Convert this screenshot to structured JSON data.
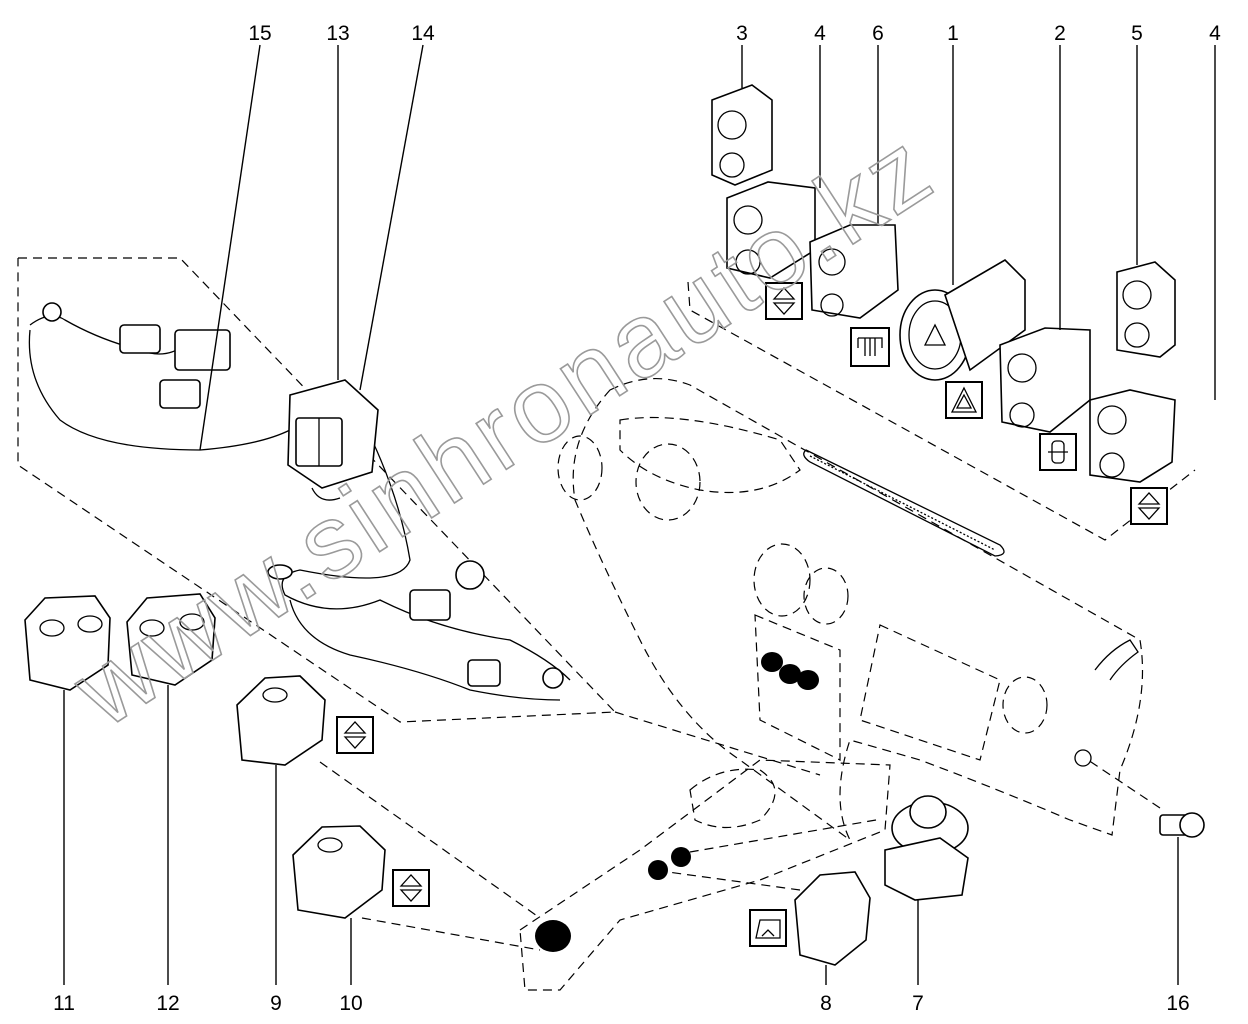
{
  "diagram": {
    "type": "exploded-parts-diagram",
    "subject": "Dashboard and center console switches",
    "watermark": "www.sinhronauto.kz",
    "callouts": [
      {
        "id": "15",
        "label": "15",
        "part": "wiring-harness-upper"
      },
      {
        "id": "13",
        "label": "13",
        "part": "wiring-harness"
      },
      {
        "id": "14",
        "label": "14",
        "part": "mirror-control-unit"
      },
      {
        "id": "3",
        "label": "3",
        "part": "switch-blank"
      },
      {
        "id": "4a",
        "label": "4",
        "part": "rocker-switch-up-down"
      },
      {
        "id": "6",
        "label": "6",
        "part": "rear-defrost-switch"
      },
      {
        "id": "1",
        "label": "1",
        "part": "hazard-warning-switch"
      },
      {
        "id": "2",
        "label": "2",
        "part": "central-locking-switch"
      },
      {
        "id": "5",
        "label": "5",
        "part": "switch-blank"
      },
      {
        "id": "4b",
        "label": "4",
        "part": "rocker-switch-up-down"
      },
      {
        "id": "11",
        "label": "11",
        "part": "window-switch-single"
      },
      {
        "id": "12",
        "label": "12",
        "part": "window-switch-blank"
      },
      {
        "id": "9",
        "label": "9",
        "part": "window-switch-left"
      },
      {
        "id": "10",
        "label": "10",
        "part": "window-switch-right"
      },
      {
        "id": "8",
        "label": "8",
        "part": "mirror-fold-switch"
      },
      {
        "id": "7",
        "label": "7",
        "part": "mirror-adjust-knob"
      },
      {
        "id": "16",
        "label": "16",
        "part": "ignition-lock-cylinder"
      }
    ],
    "symbols": [
      {
        "name": "up-down-arrows-icon",
        "near": "4a"
      },
      {
        "name": "rear-defrost-icon",
        "near": "6"
      },
      {
        "name": "hazard-triangle-icon",
        "near": "1"
      },
      {
        "name": "car-door-lock-icon",
        "near": "2"
      },
      {
        "name": "up-down-arrows-icon",
        "near": "4b"
      },
      {
        "name": "up-down-arrows-icon",
        "near": "9"
      },
      {
        "name": "up-down-arrows-icon",
        "near": "10"
      },
      {
        "name": "mirror-icon",
        "near": "8"
      }
    ]
  }
}
